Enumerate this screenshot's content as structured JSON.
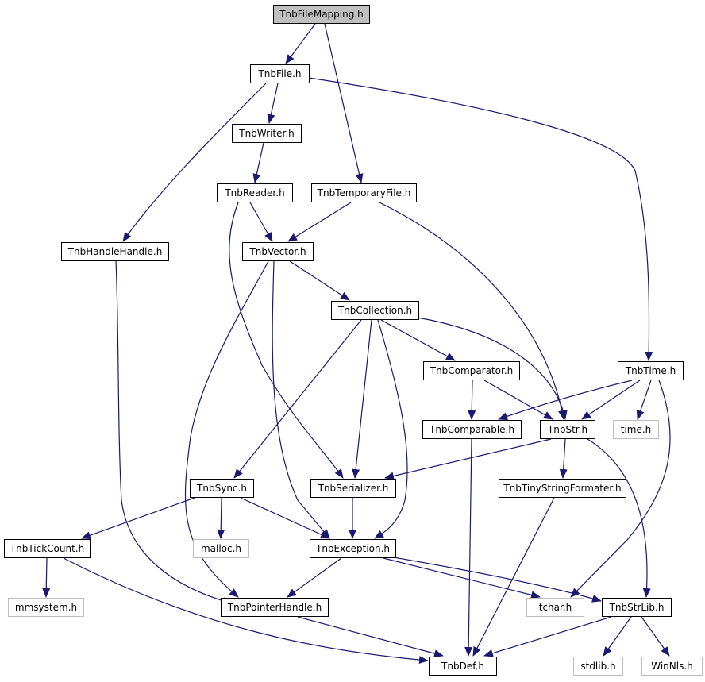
{
  "colors": {
    "edge": "#191970",
    "node_border": "#000000",
    "node_border_external": "#bfbfbf",
    "node_fill": "#ffffff",
    "root_fill": "#bfbfbf",
    "text": "#000000"
  },
  "nodes": [
    {
      "id": "TnbFileMapping",
      "label": "TnbFileMapping.h",
      "kind": "root"
    },
    {
      "id": "TnbFile",
      "label": "TnbFile.h",
      "kind": "internal"
    },
    {
      "id": "TnbWriter",
      "label": "TnbWriter.h",
      "kind": "internal"
    },
    {
      "id": "TnbReader",
      "label": "TnbReader.h",
      "kind": "internal"
    },
    {
      "id": "TnbTemporaryFile",
      "label": "TnbTemporaryFile.h",
      "kind": "internal"
    },
    {
      "id": "TnbHandleHandle",
      "label": "TnbHandleHandle.h",
      "kind": "internal"
    },
    {
      "id": "TnbVector",
      "label": "TnbVector.h",
      "kind": "internal"
    },
    {
      "id": "TnbCollection",
      "label": "TnbCollection.h",
      "kind": "internal"
    },
    {
      "id": "TnbComparator",
      "label": "TnbComparator.h",
      "kind": "internal"
    },
    {
      "id": "TnbTime",
      "label": "TnbTime.h",
      "kind": "internal"
    },
    {
      "id": "TnbComparable",
      "label": "TnbComparable.h",
      "kind": "internal"
    },
    {
      "id": "TnbStr",
      "label": "TnbStr.h",
      "kind": "internal"
    },
    {
      "id": "time",
      "label": "time.h",
      "kind": "external"
    },
    {
      "id": "TnbSync",
      "label": "TnbSync.h",
      "kind": "internal"
    },
    {
      "id": "TnbSerializer",
      "label": "TnbSerializer.h",
      "kind": "internal"
    },
    {
      "id": "TnbTinyStringFormater",
      "label": "TnbTinyStringFormater.h",
      "kind": "internal"
    },
    {
      "id": "TnbTickCount",
      "label": "TnbTickCount.h",
      "kind": "internal"
    },
    {
      "id": "malloc",
      "label": "malloc.h",
      "kind": "external"
    },
    {
      "id": "TnbException",
      "label": "TnbException.h",
      "kind": "internal"
    },
    {
      "id": "mmsystem",
      "label": "mmsystem.h",
      "kind": "external"
    },
    {
      "id": "TnbPointerHandle",
      "label": "TnbPointerHandle.h",
      "kind": "internal"
    },
    {
      "id": "tchar",
      "label": "tchar.h",
      "kind": "external"
    },
    {
      "id": "TnbStrLib",
      "label": "TnbStrLib.h",
      "kind": "internal"
    },
    {
      "id": "TnbDef",
      "label": "TnbDef.h",
      "kind": "internal"
    },
    {
      "id": "stdlib",
      "label": "stdlib.h",
      "kind": "external"
    },
    {
      "id": "WinNls",
      "label": "WinNls.h",
      "kind": "external"
    }
  ],
  "edges": [
    {
      "from": "TnbFileMapping",
      "to": "TnbFile"
    },
    {
      "from": "TnbFileMapping",
      "to": "TnbTemporaryFile"
    },
    {
      "from": "TnbFile",
      "to": "TnbWriter"
    },
    {
      "from": "TnbFile",
      "to": "TnbHandleHandle"
    },
    {
      "from": "TnbFile",
      "to": "TnbTime"
    },
    {
      "from": "TnbWriter",
      "to": "TnbReader"
    },
    {
      "from": "TnbReader",
      "to": "TnbVector"
    },
    {
      "from": "TnbReader",
      "to": "TnbSerializer"
    },
    {
      "from": "TnbTemporaryFile",
      "to": "TnbVector"
    },
    {
      "from": "TnbTemporaryFile",
      "to": "TnbStr"
    },
    {
      "from": "TnbHandleHandle",
      "to": "TnbPointerHandle"
    },
    {
      "from": "TnbVector",
      "to": "TnbCollection"
    },
    {
      "from": "TnbVector",
      "to": "TnbException"
    },
    {
      "from": "TnbVector",
      "to": "TnbPointerHandle"
    },
    {
      "from": "TnbCollection",
      "to": "TnbComparator"
    },
    {
      "from": "TnbCollection",
      "to": "TnbStr"
    },
    {
      "from": "TnbCollection",
      "to": "TnbSync"
    },
    {
      "from": "TnbCollection",
      "to": "TnbSerializer"
    },
    {
      "from": "TnbCollection",
      "to": "TnbException"
    },
    {
      "from": "TnbComparator",
      "to": "TnbComparable"
    },
    {
      "from": "TnbComparator",
      "to": "TnbStr"
    },
    {
      "from": "TnbTime",
      "to": "TnbComparable"
    },
    {
      "from": "TnbTime",
      "to": "TnbStr"
    },
    {
      "from": "TnbTime",
      "to": "time"
    },
    {
      "from": "TnbTime",
      "to": "tchar"
    },
    {
      "from": "TnbComparable",
      "to": "TnbDef"
    },
    {
      "from": "TnbStr",
      "to": "TnbSerializer"
    },
    {
      "from": "TnbStr",
      "to": "TnbTinyStringFormater"
    },
    {
      "from": "TnbStr",
      "to": "TnbStrLib"
    },
    {
      "from": "TnbSync",
      "to": "TnbTickCount"
    },
    {
      "from": "TnbSync",
      "to": "malloc"
    },
    {
      "from": "TnbSync",
      "to": "TnbException"
    },
    {
      "from": "TnbSerializer",
      "to": "TnbException"
    },
    {
      "from": "TnbTinyStringFormater",
      "to": "TnbDef"
    },
    {
      "from": "TnbTickCount",
      "to": "mmsystem"
    },
    {
      "from": "TnbTickCount",
      "to": "TnbDef"
    },
    {
      "from": "TnbException",
      "to": "TnbPointerHandle"
    },
    {
      "from": "TnbException",
      "to": "tchar"
    },
    {
      "from": "TnbException",
      "to": "TnbStrLib"
    },
    {
      "from": "TnbPointerHandle",
      "to": "TnbDef"
    },
    {
      "from": "TnbStrLib",
      "to": "TnbDef"
    },
    {
      "from": "TnbStrLib",
      "to": "stdlib"
    },
    {
      "from": "TnbStrLib",
      "to": "WinNls"
    }
  ]
}
